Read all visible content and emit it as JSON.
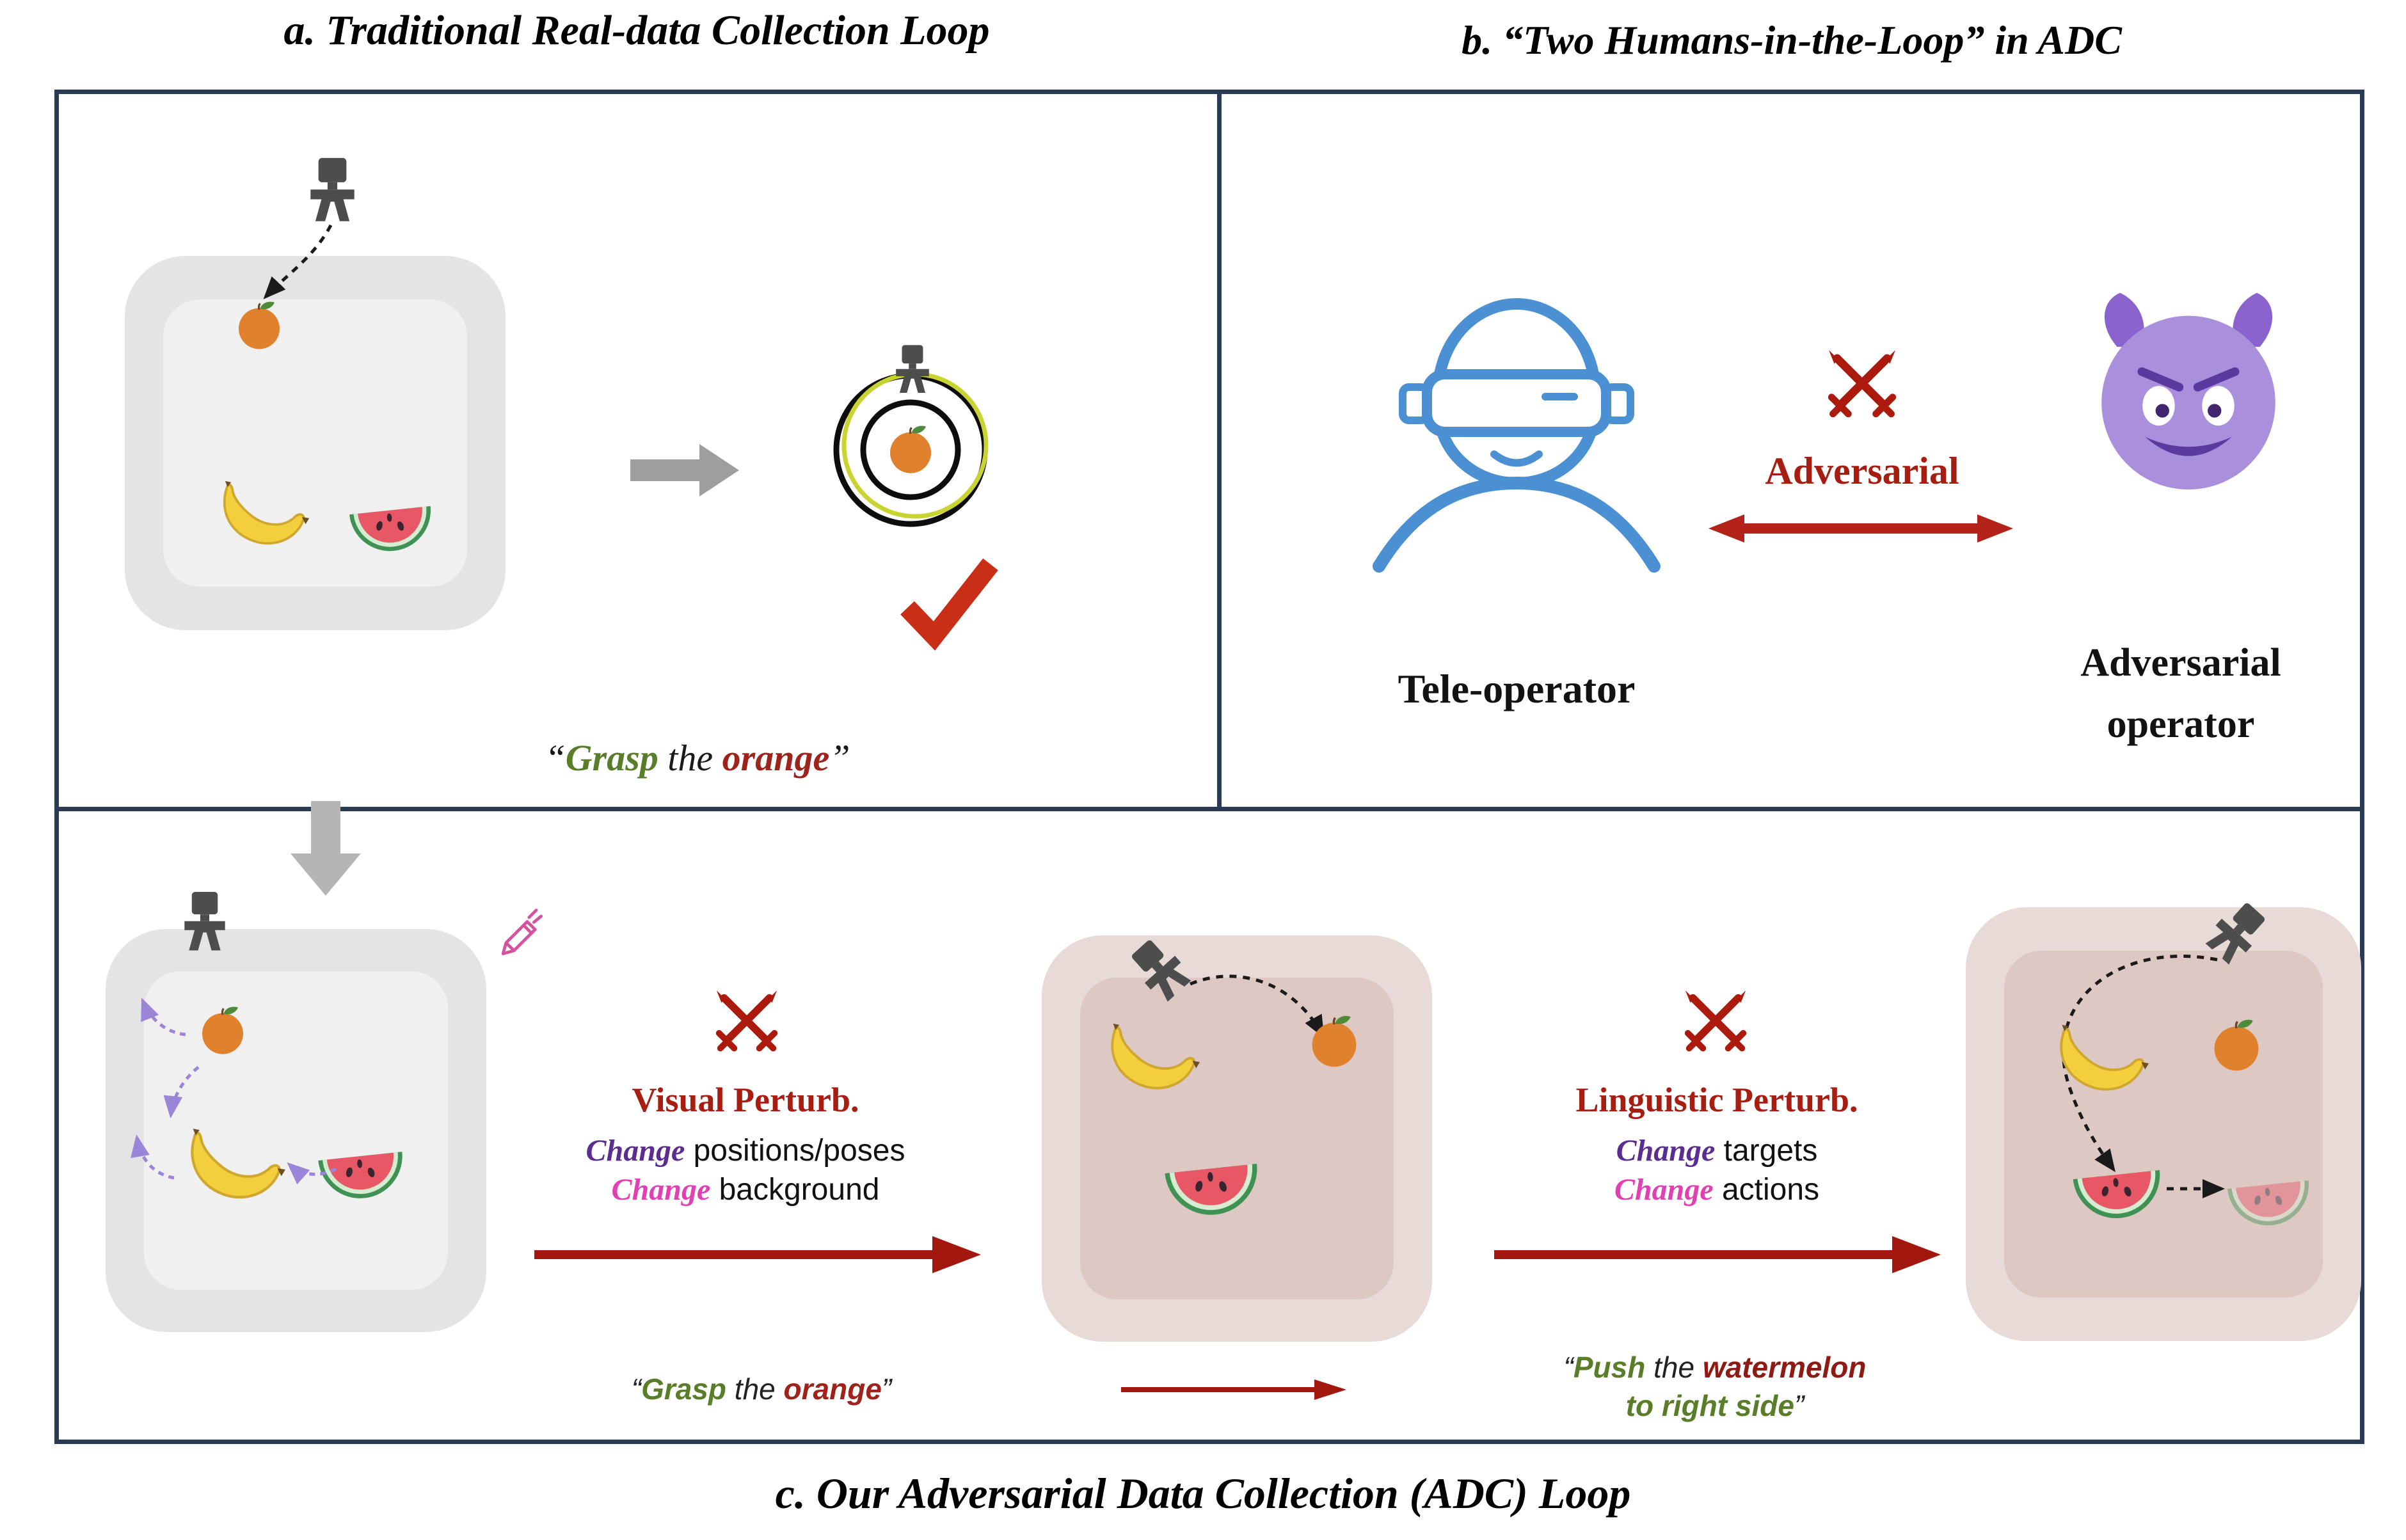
{
  "panel_a": {
    "title": "a. Traditional Real-data Collection Loop",
    "caption": {
      "open": "“",
      "grasp": "Grasp",
      "mid": " the ",
      "orange": "orange",
      "close": "”"
    }
  },
  "panel_b": {
    "title": "b. “Two Humans-in-the-Loop” in ADC",
    "tele_operator": "Tele-operator",
    "adversarial": "Adversarial",
    "adv_operator_line1": "Adversarial",
    "adv_operator_line2": "operator"
  },
  "panel_c": {
    "title": "c. Our Adversarial Data Collection (ADC) Loop",
    "visual": {
      "heading": "Visual Perturb.",
      "change1": "Change",
      "rest1": " positions/poses",
      "change2": "Change",
      "rest2": " background"
    },
    "linguistic": {
      "heading": "Linguistic Perturb.",
      "change1": "Change",
      "rest1": " targets",
      "change2": "Change",
      "rest2": " actions"
    },
    "grasp_caption": {
      "open": "“",
      "grasp": "Grasp",
      "mid": " the ",
      "orange": "orange",
      "close": "”"
    },
    "push_caption": {
      "open": "“",
      "push": "Push",
      "mid": " the ",
      "watermelon": "watermelon",
      "line2": "to right side",
      "close": "”"
    }
  },
  "icons": {
    "robot_gripper": "robot-gripper-icon",
    "orange": "orange-icon",
    "banana": "banana-icon",
    "watermelon": "watermelon-icon",
    "target_rings": "target-rings-icon",
    "checkmark": "checkmark-icon",
    "crossed_swords": "crossed-swords-icon",
    "vr_teleoperator": "vr-teleoperator-icon",
    "devil_face": "devil-face-icon",
    "pencil_edit": "pencil-edit-icon"
  },
  "colors": {
    "border": "#2b3a55",
    "accent_red": "#a3180e",
    "green_text": "#5a7d2a",
    "dark_red_text": "#9e231a",
    "purple_change": "#5b2d90",
    "magenta_change": "#e23fb2",
    "operator_blue": "#4a90d2",
    "devil_purple": "#a98fdc",
    "tray_gray": "#e4e4e4",
    "tray_pink": "#e8dad7"
  }
}
